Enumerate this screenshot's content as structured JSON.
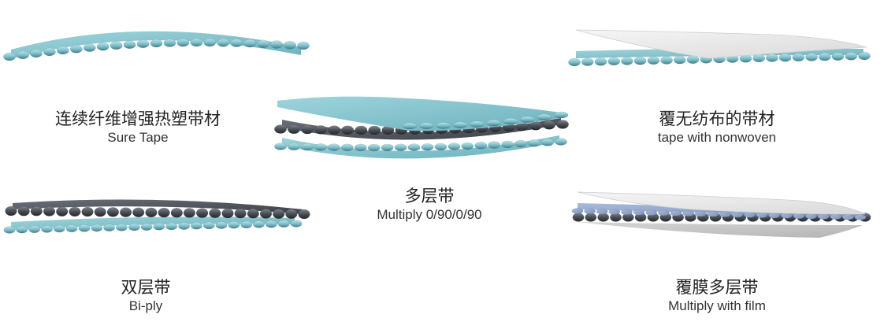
{
  "colors": {
    "blue_fiber": "#7fc0cb",
    "blue_fiber_dark": "#3f7f8b",
    "dark_fiber": "#4a4e55",
    "dark_fiber_dark": "#25282d",
    "nonwoven": "#ececec",
    "film_blue": "#8ea2c6",
    "film_gray": "#c8c8c8"
  },
  "panels": [
    {
      "id": "sure",
      "name_zh": "连续纤维增强热塑带材",
      "name_en": "Sure Tape"
    },
    {
      "id": "multi",
      "name_zh": "多层带",
      "name_en": "Multiply 0/90/0/90"
    },
    {
      "id": "nonwoven",
      "name_zh": "覆无纺布的带材",
      "name_en": "tape with nonwoven"
    },
    {
      "id": "biply",
      "name_zh": "双层带",
      "name_en": "Bi-ply"
    },
    {
      "id": "film",
      "name_zh": "覆膜多层带",
      "name_en": "Multiply with film"
    }
  ]
}
